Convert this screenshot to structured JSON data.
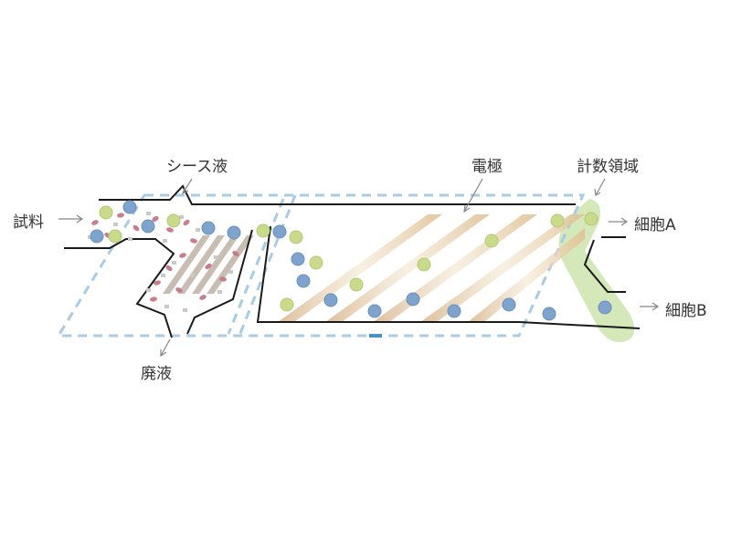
{
  "labels": {
    "sample": "試料",
    "sheath": "シース液",
    "waste": "廃液",
    "electrode": "電極",
    "counting_area": "計数領域",
    "cell_a": "細胞A",
    "cell_b": "細胞B"
  },
  "colors": {
    "channel_outline": "#1a1a1a",
    "dashed_boundary": "#a9cbe3",
    "electrode_band": "#e2c89e",
    "counting_zone": "#cfe5b3",
    "cell_blue": "#7ea3cc",
    "cell_green": "#c9da8b",
    "particle_red": "#c77d8d",
    "particle_gray": "#c9c9c9",
    "arrow": "#888888"
  },
  "icons": {
    "arrow": "right-arrow-icon",
    "cell_a": "green-cell-icon",
    "cell_b": "blue-cell-icon"
  }
}
